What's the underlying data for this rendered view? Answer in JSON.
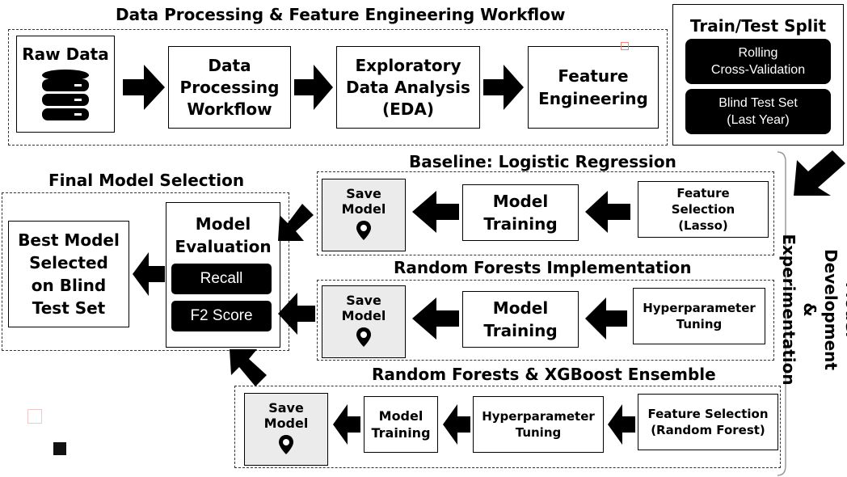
{
  "section_titles": {
    "data_processing": "Data Processing & Feature Engineering Workflow",
    "train_test": "Train/Test Split",
    "baseline": "Baseline: Logistic Regression",
    "random_forests": "Random Forests Implementation",
    "ensemble": "Random Forests & XGBoost Ensemble",
    "final_selection": "Final Model Selection",
    "model_dev": "Model Development\n& Experimentation"
  },
  "pipeline": {
    "raw_data": "Raw Data",
    "data_processing": "Data\nProcessing\nWorkflow",
    "eda": "Exploratory\nData Analysis\n(EDA)",
    "feature_engineering": "Feature\nEngineering"
  },
  "split": {
    "rolling_cv": "Rolling\nCross-Validation",
    "blind_test": "Blind Test Set\n(Last Year)"
  },
  "baseline": {
    "save": "Save\nModel",
    "training": "Model\nTraining",
    "feature_selection": "Feature\nSelection\n(Lasso)"
  },
  "random_forests": {
    "save": "Save\nModel",
    "training": "Model\nTraining",
    "tuning": "Hyperparameter\nTuning"
  },
  "ensemble": {
    "save": "Save\nModel",
    "training": "Model\nTraining",
    "tuning": "Hyperparameter\nTuning",
    "feature_selection": "Feature Selection\n(Random Forest)"
  },
  "evaluation": {
    "title": "Model\nEvaluation",
    "recall": "Recall",
    "f2": "F2 Score"
  },
  "best_model": "Best Model\nSelected\non Blind\nTest Set"
}
